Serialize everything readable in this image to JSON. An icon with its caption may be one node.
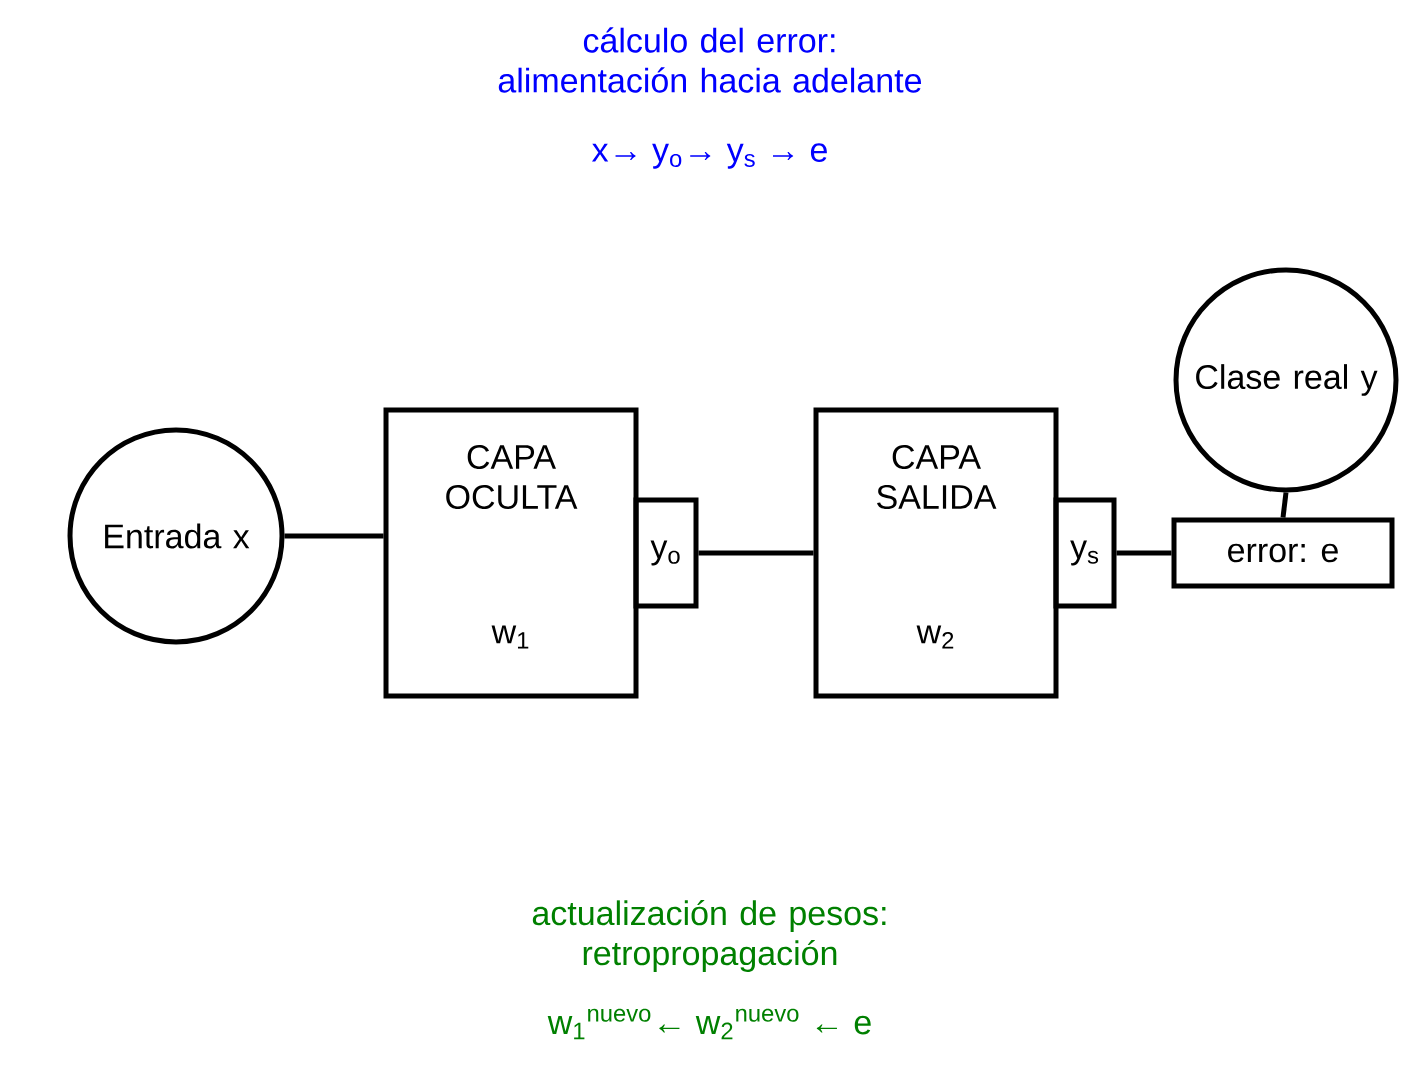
{
  "diagram": {
    "nodes": [
      {
        "text": [
          "Entrada x"
        ]
      },
      {
        "text": [
          "CAPA OCULTA",
          "w$_{1}$"
        ]
      },
      {
        "text": [
          "y$_{o}$"
        ]
      },
      {
        "text": [
          "CAPA SALIDA",
          "w$_{2}$"
        ]
      },
      {
        "text": [
          "y$_{s}$"
        ]
      },
      {
        "text": [
          "Clase real y"
        ]
      },
      {
        "text": [
          "error: e"
        ]
      }
    ],
    "edges": [
      {
        "from": 0,
        "to": 1,
        "arrow": "none"
      },
      {
        "from": 2,
        "to": 3,
        "arrow": "none"
      },
      {
        "from": 4,
        "to": 6,
        "arrow": "none"
      },
      {
        "from": 5,
        "to": 6,
        "arrow": "none"
      }
    ],
    "labels": [
      "cálculo del error: alimentación hacia adelante",
      "x→ y$_{o}$→ y$_{s}$ → e",
      "actualización de pesos: retropropagación",
      "w$_{1}$$^{nuevo}$← w$_{2}$$^{nuevo}$ ← e"
    ]
  }
}
